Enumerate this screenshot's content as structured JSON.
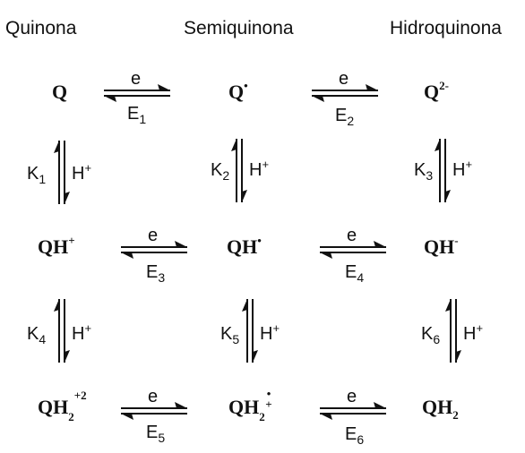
{
  "headers": {
    "quinone": "Quinona",
    "semiquinone": "Semiquinona",
    "hydroquinone": "Hidroquinona"
  },
  "species": {
    "r1": [
      "Q",
      "Q",
      "Q"
    ],
    "r1_sup": [
      "",
      "•",
      "2-"
    ],
    "r2": [
      "QH",
      "QH",
      "QH"
    ],
    "r2_sup": [
      "+",
      "•",
      "-"
    ],
    "r3": [
      "QH",
      "QH",
      "QH"
    ],
    "r3_sub": [
      "2",
      "2",
      "2"
    ],
    "r3_sup": [
      "+2",
      "•",
      ""
    ],
    "r3_sup2": [
      "",
      "+",
      ""
    ]
  },
  "electron_label": "e",
  "e_base": "E",
  "e_subs": [
    "1",
    "2",
    "3",
    "4",
    "5",
    "6"
  ],
  "k_base": "K",
  "k_subs": [
    "1",
    "2",
    "3",
    "4",
    "5",
    "6"
  ],
  "proton_base": "H",
  "proton_sup": "+"
}
